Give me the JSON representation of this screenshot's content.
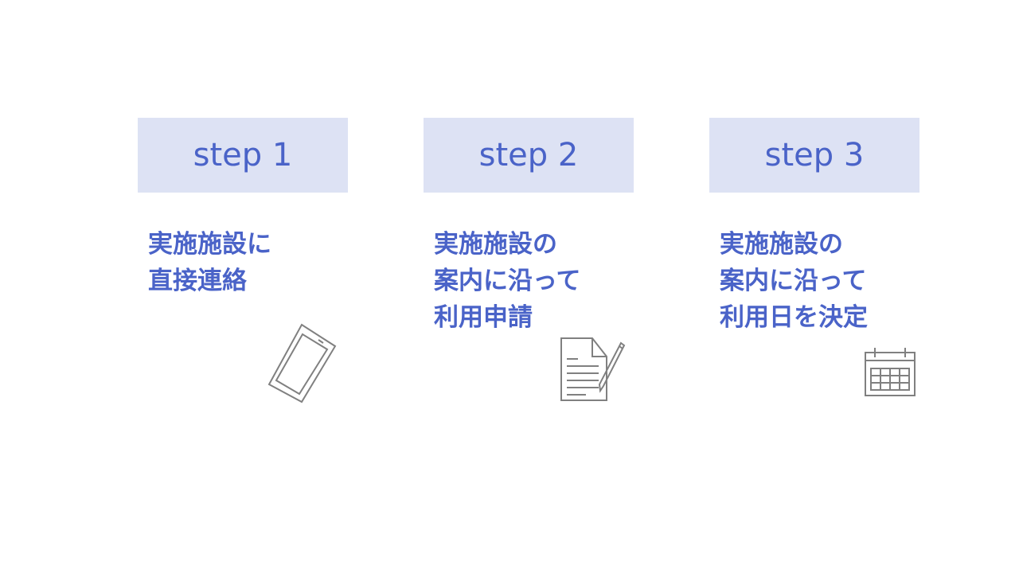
{
  "steps": [
    {
      "label": "step 1",
      "lines": [
        "実施施設に",
        "直接連絡"
      ],
      "icon": "smartphone-icon"
    },
    {
      "label": "step 2",
      "lines": [
        "実施施設の",
        "案内に沿って",
        "利用申請"
      ],
      "icon": "document-pen-icon"
    },
    {
      "label": "step 3",
      "lines": [
        "実施施設の",
        "案内に沿って",
        "利用日を決定"
      ],
      "icon": "calendar-icon"
    }
  ],
  "colors": {
    "accent": "#4a63c8",
    "header_bg": "#dde2f4",
    "icon": "#808080"
  }
}
